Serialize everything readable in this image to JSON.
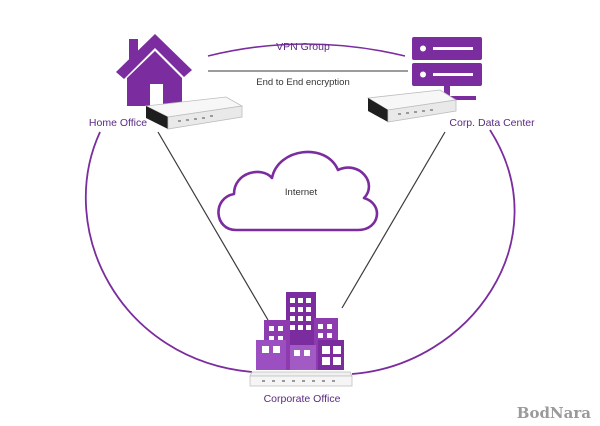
{
  "diagram": {
    "nodes": {
      "home_office": "Home Office",
      "data_center": "Corp. Data Center",
      "corporate_office": "Corporate Office",
      "internet": "Internet"
    },
    "edges": {
      "vpn_group": "VPN Group",
      "encryption": "End to End encryption"
    },
    "watermark": "BodNara"
  },
  "colors": {
    "accent": "#7b2c9e",
    "accent_light": "#a35bc4",
    "line_dark": "#3a3a3a",
    "device": "#f2f2f2"
  },
  "icons": [
    "house-icon",
    "server-rack-icon",
    "buildings-icon",
    "cloud-icon",
    "router-icon"
  ]
}
